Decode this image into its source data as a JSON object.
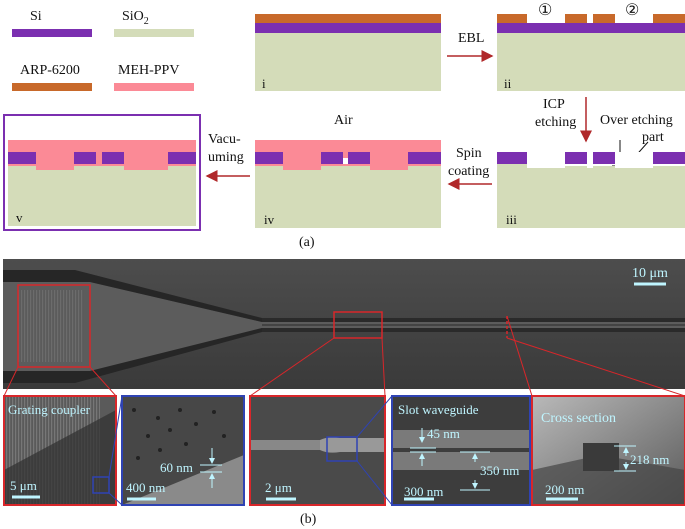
{
  "legend": {
    "si": "Si",
    "sio2_main": "SiO",
    "sio2_sub": "2",
    "resist": "ARP-6200",
    "polymer": "MEH-PPV"
  },
  "colors": {
    "si": "#7b2fb0",
    "sio2": "#d4dcb9",
    "resist": "#c8692a",
    "polymer": "#fb8a96",
    "arrow": "#b0282a",
    "frame_v": "#7b2fb0",
    "red_box": "#d8262a",
    "blue_box": "#2f43b3",
    "cyan_text": "#bff5ff"
  },
  "steps": {
    "i": "i",
    "ii": "ii",
    "iii": "iii",
    "iv": "iv",
    "v": "v",
    "circle1": "①",
    "circle2": "②"
  },
  "process_labels": {
    "ebl": "EBL",
    "icp_1": "ICP",
    "icp_2": "etching",
    "over_1": "Over etching",
    "over_2": "part",
    "spin_1": "Spin",
    "spin_2": "coating",
    "air": "Air",
    "vac_1": "Vacu-",
    "vac_2": "uming"
  },
  "panel_labels": {
    "a": "(a)",
    "b": "(b)"
  },
  "sem": {
    "scale_main": "10 μm",
    "grating_title": "Grating coupler",
    "grating_scale": "5 μm",
    "zoom_gap": "60 nm",
    "zoom_scale": "400 nm",
    "taper_scale": "2 μm",
    "slot_title": "Slot waveguide",
    "slot_gap": "45 nm",
    "slot_width": "350 nm",
    "slot_scale": "300 nm",
    "cross_title": "Cross section",
    "cross_height": "218 nm",
    "cross_scale": "200 nm"
  }
}
